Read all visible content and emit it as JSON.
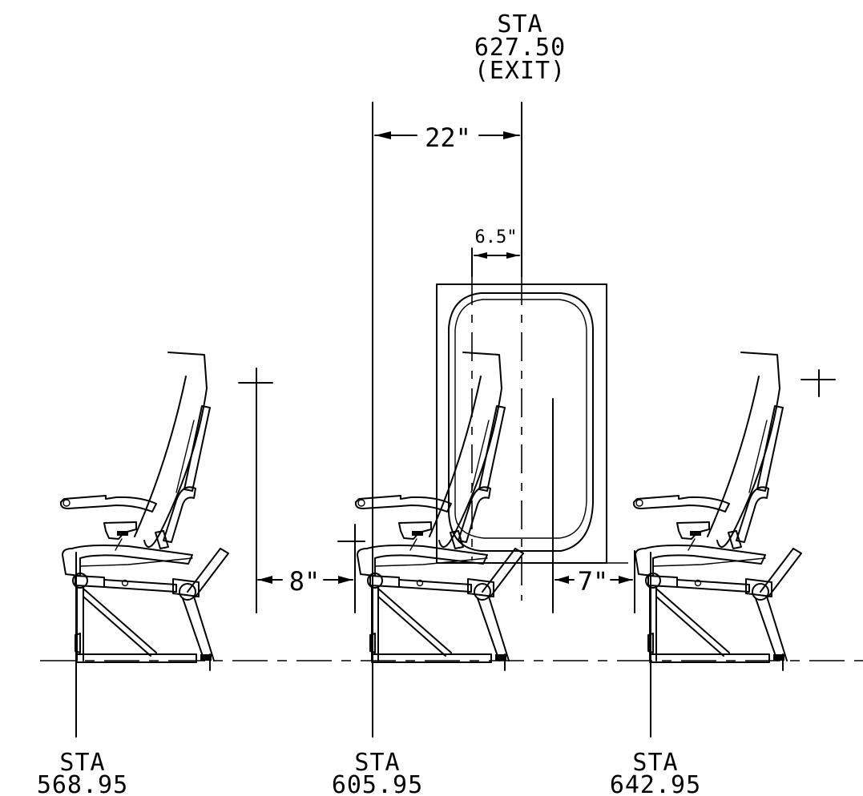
{
  "exit_station": {
    "label": "STA",
    "value": "627.50",
    "note": "(EXIT)"
  },
  "stations": [
    {
      "label": "STA",
      "value": "568.95"
    },
    {
      "label": "STA",
      "value": "605.95"
    },
    {
      "label": "STA",
      "value": "642.95"
    }
  ],
  "dimensions": {
    "exit_width": "22\"",
    "window_offset": "6.5\"",
    "left_clearance": "8\"",
    "right_clearance": "7\""
  }
}
